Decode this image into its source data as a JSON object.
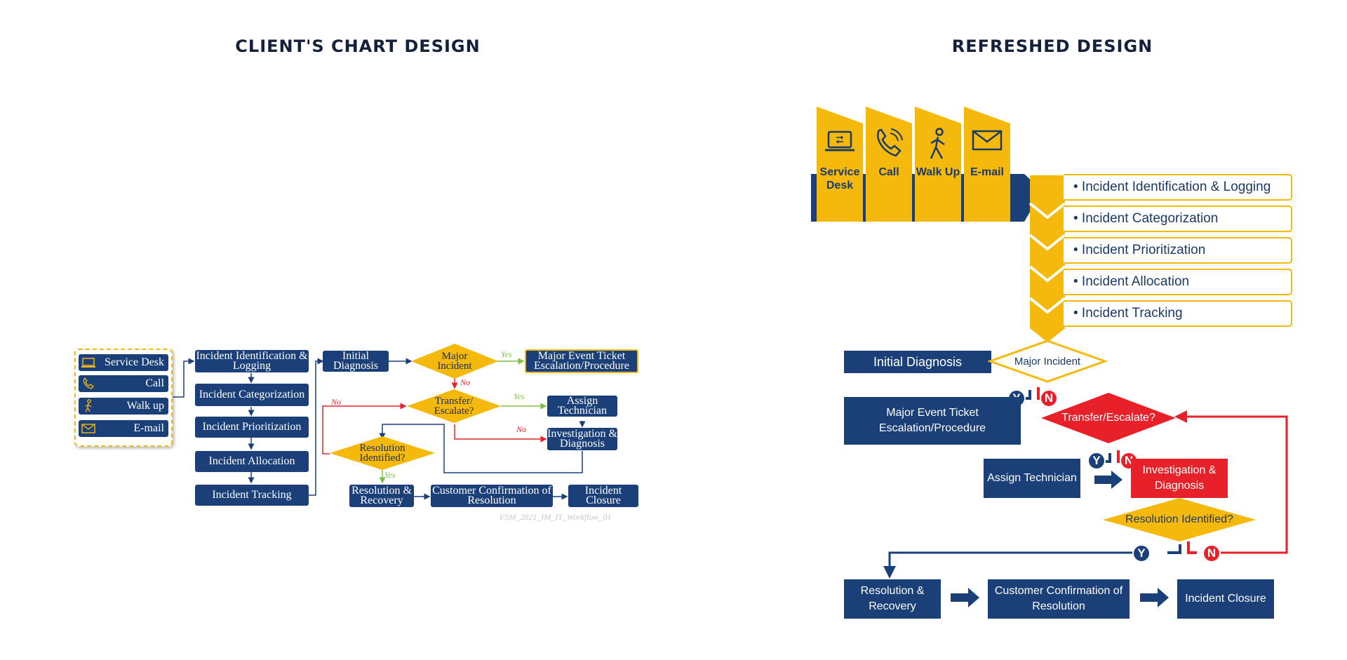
{
  "headings": {
    "left": "CLIENT'S CHART DESIGN",
    "right": "REFRESHED DESIGN"
  },
  "client": {
    "sources": [
      {
        "icon": "laptop-icon",
        "label": "Service Desk"
      },
      {
        "icon": "phone-icon",
        "label": "Call"
      },
      {
        "icon": "walking-person-icon",
        "label": "Walk up"
      },
      {
        "icon": "envelope-icon",
        "label": "E-mail"
      }
    ],
    "steps": {
      "identification": "Incident Identification & Logging",
      "categorization": "Incident Categorization",
      "prioritization": "Incident Prioritization",
      "allocation": "Incident Allocation",
      "tracking": "Incident Tracking",
      "initial_diagnosis": "Initial Diagnosis",
      "major_event": "Major Event Ticket Escalation/Procedure",
      "assign": "Assign Technician",
      "investigation": "Investigation & Diagnosis",
      "resolution": "Resolution & Recovery",
      "confirmation": "Customer Confirmation of Resolution",
      "closure": "Incident Closure"
    },
    "decisions": {
      "major": "Major Incident",
      "transfer": "Transfer/ Escalate?",
      "resolved": "Resolution Identified?"
    },
    "edge_labels": {
      "yes": "Yes",
      "no": "No"
    },
    "watermark": "ESM_2021_IM_IT_Workflow_01",
    "colors": {
      "navy": "#1b4079",
      "gold": "#f5b90b",
      "green": "#7ac143",
      "red": "#e8202a"
    }
  },
  "refreshed": {
    "channels": [
      {
        "icon": "laptop-icon",
        "label": "Service Desk"
      },
      {
        "icon": "phone-icon",
        "label": "Call"
      },
      {
        "icon": "walking-person-icon",
        "label": "Walk Up"
      },
      {
        "icon": "envelope-icon",
        "label": "E-mail"
      }
    ],
    "stages": [
      "• Incident Identification & Logging",
      "• Incident Categorization",
      "• Incident Prioritization",
      "• Incident Allocation",
      "• Incident Tracking"
    ],
    "initial_diagnosis": "Initial Diagnosis",
    "major_incident": "Major Incident",
    "major_event": "Major Event Ticket Escalation/Procedure",
    "transfer": "Transfer/Escalate?",
    "assign": "Assign Technician",
    "investigation": "Investigation & Diagnosis",
    "resolution_identified": "Resolution Identified?",
    "resolution": "Resolution & Recovery",
    "confirmation": "Customer Confirmation of Resolution",
    "closure": "Incident Closure",
    "yes_badge": "Y",
    "no_badge": "N",
    "colors": {
      "navy": "#1b4079",
      "gold": "#f5b90b",
      "red": "#e8202a"
    }
  }
}
